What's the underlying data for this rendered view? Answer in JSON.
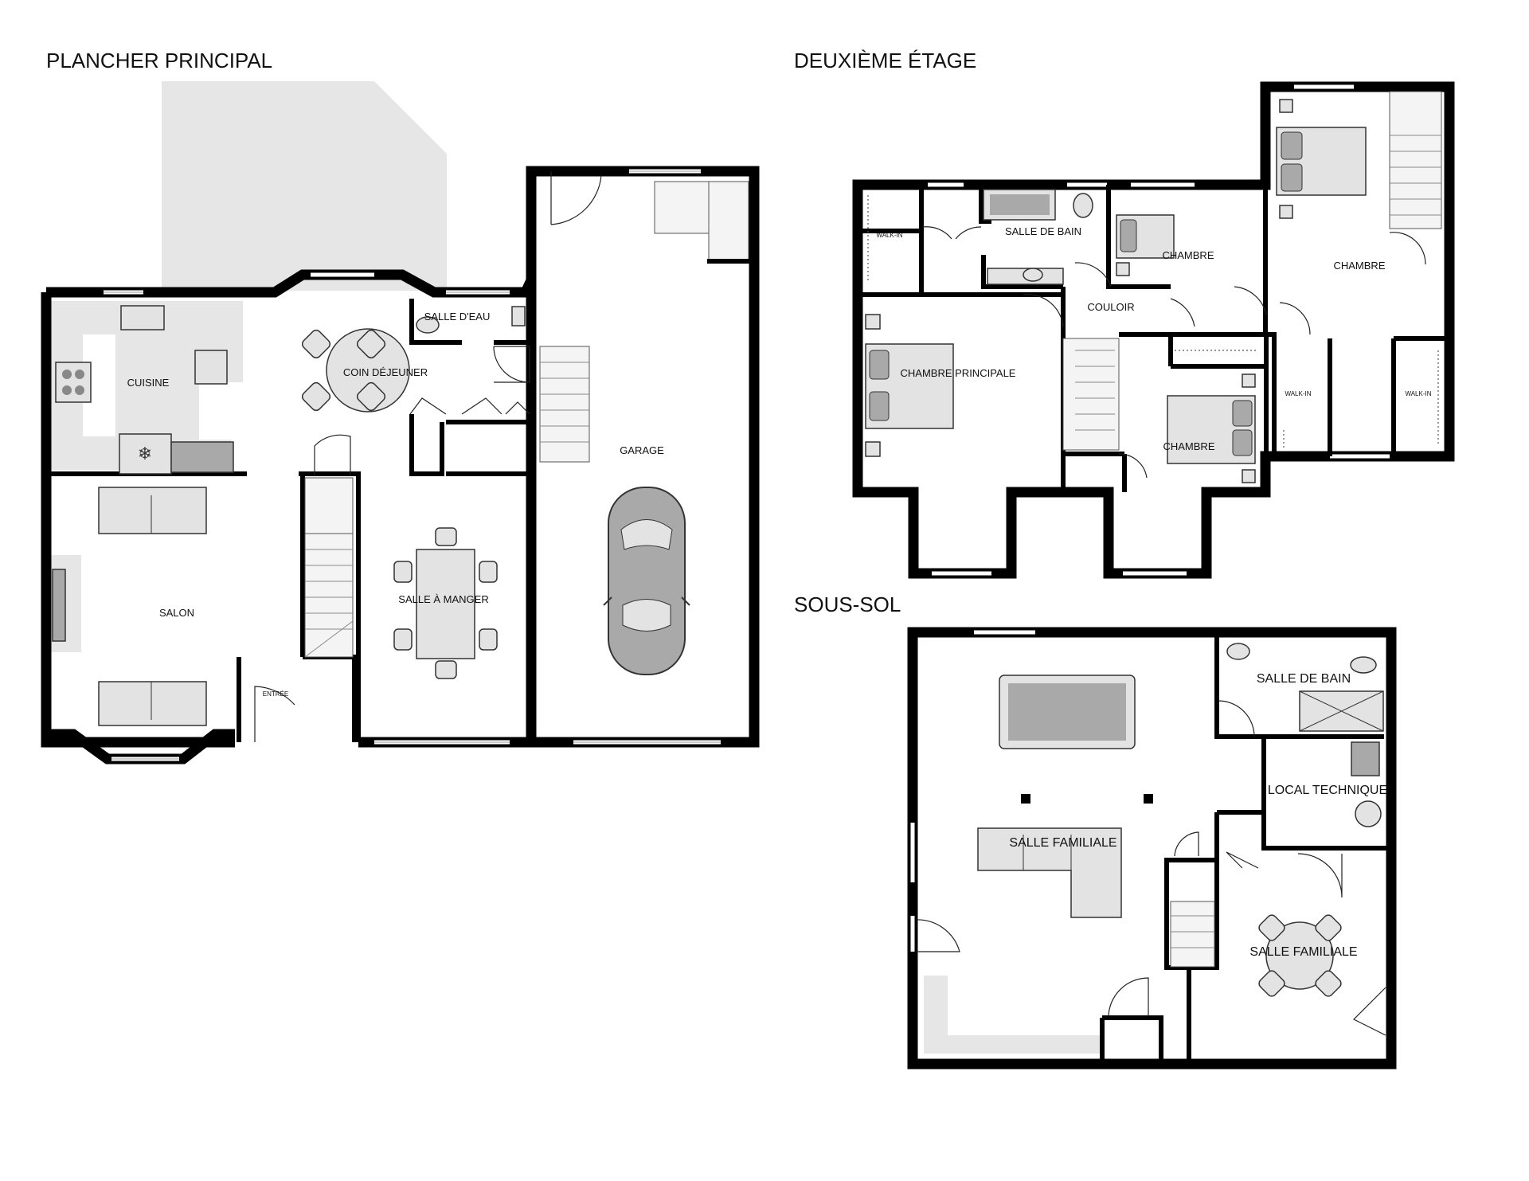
{
  "floors": {
    "main": {
      "title": "PLANCHER PRINCIPAL",
      "rooms": {
        "cuisine": "CUISINE",
        "coin_dejeuner": "COIN DÉJEUNER",
        "salle_deau": "SALLE D'EAU",
        "garage": "GARAGE",
        "salon": "SALON",
        "salle_a_manger": "SALLE À MANGER",
        "entree": "ENTRÉE"
      }
    },
    "second": {
      "title": "DEUXIÈME ÉTAGE",
      "rooms": {
        "salle_de_bain": "SALLE DE BAIN",
        "chambre_1": "CHAMBRE",
        "chambre_2": "CHAMBRE",
        "chambre_3": "CHAMBRE",
        "couloir": "COULOIR",
        "chambre_principale": "CHAMBRE PRINCIPALE",
        "walkin_1": "WALK-IN",
        "walkin_2": "WALK-IN",
        "walkin_3": "WALK-IN"
      }
    },
    "basement": {
      "title": "SOUS-SOL",
      "rooms": {
        "salle_de_bain": "SALLE DE BAIN",
        "local_technique": "LOCAL TECHNIQUE",
        "salle_familiale_1": "SALLE FAMILIALE",
        "salle_familiale_2": "SALLE FAMILIALE"
      }
    }
  },
  "colors": {
    "wall": "#000000",
    "floor_fill": "#e6e6e6",
    "furniture_light": "#e3e3e3",
    "furniture_dark": "#a9a9a9"
  }
}
